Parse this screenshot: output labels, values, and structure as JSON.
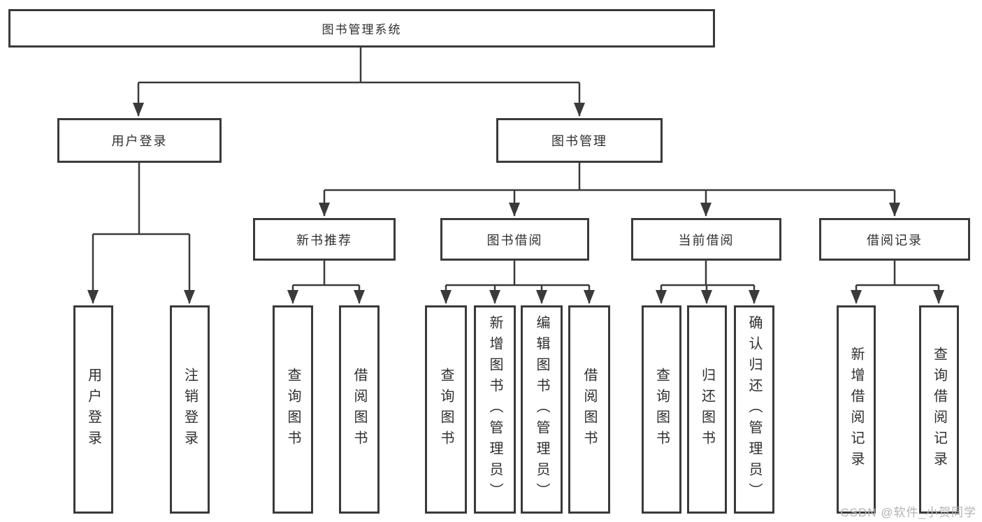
{
  "nodes": {
    "root": "图书管理系统",
    "user_login": "用户登录",
    "book_management": "图书管理",
    "new_book_rec": "新书推荐",
    "book_borrow": "图书借阅",
    "current_borrow": "当前借阅",
    "borrow_records": "借阅记录",
    "leaf_user_login": "用户登录",
    "leaf_logout": "注销登录",
    "leaf_nbr_query": "查询图书",
    "leaf_nbr_borrow": "借阅图书",
    "leaf_bb_query": "查询图书",
    "leaf_bb_add": "新增图书（管理员）",
    "leaf_bb_edit": "编辑图书（管理员）",
    "leaf_bb_borrow": "借阅图书",
    "leaf_cb_query": "查询图书",
    "leaf_cb_return": "归还图书",
    "leaf_cb_confirm": "确认归还（管理员）",
    "leaf_br_add": "新增借阅记录",
    "leaf_br_query": "查询借阅记录"
  },
  "watermark": "CSDN @软件_小贺同学",
  "colors": {
    "line": "#3a3a3a",
    "box_border": "#3a3a3a",
    "text": "#2f2f2f",
    "watermark": "#b3b3b3",
    "background": "#ffffff"
  }
}
